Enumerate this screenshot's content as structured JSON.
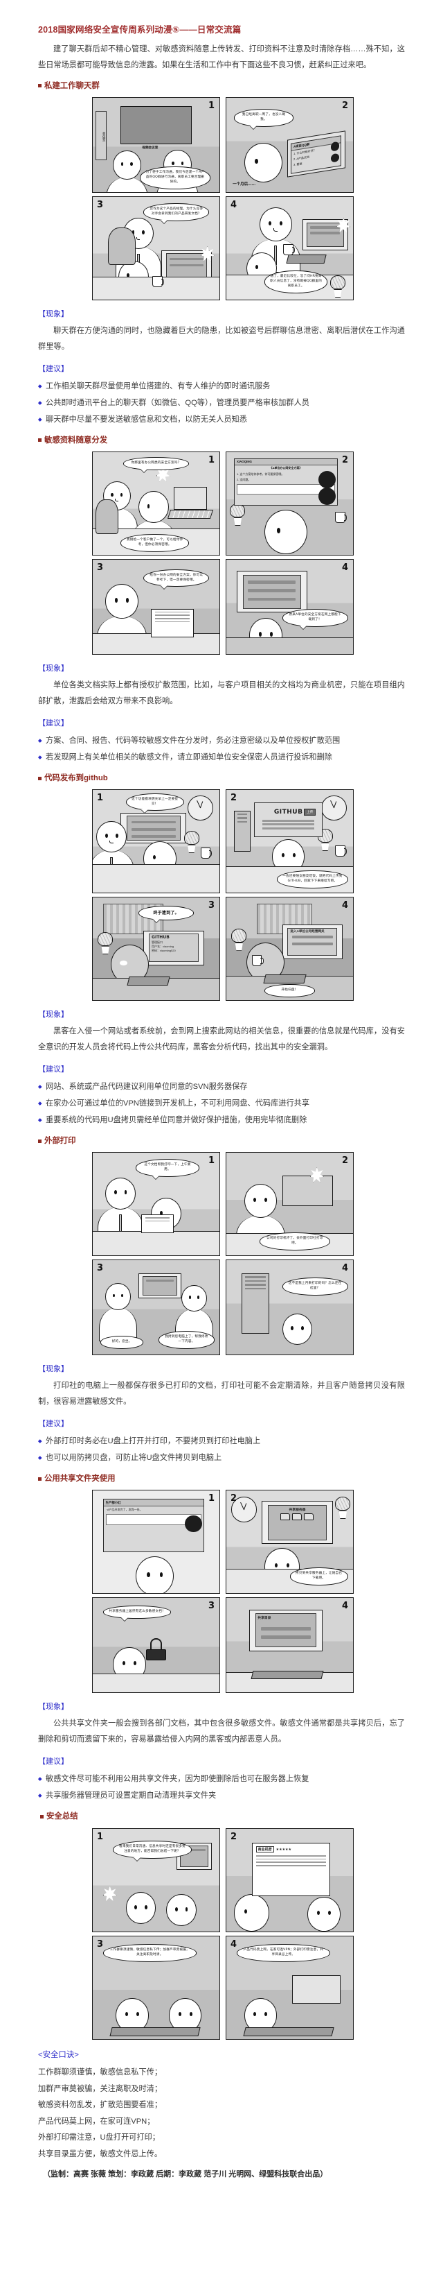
{
  "article": {
    "title": "2018国家网络安全宣传周系列动漫⑤——日常交流篇",
    "lede": "建了聊天群后却不精心管理、对敏感资料随意上传转发、打印资料不注意及时清除存档……殊不知，这些日常场景都可能导致信息的泄露。如果在生活和工作中有下面这些不良习惯，赶紧纠正过来吧。",
    "credit": "（监制：高赛 张薇 策划：李政葳 后期：李政葳 范子川 光明网、绿盟科技联合出品）"
  },
  "labels": {
    "phenomenon": "【现象】",
    "advice": "【建议】",
    "mnemonic": "<安全口诀>"
  },
  "sections": [
    {
      "heading": "私建工作聊天群",
      "panels": [
        {
          "num": "1",
          "room_label": "会议室",
          "screen_caption": "视频会议室",
          "bubble": "为了便于工作沟通，我们今后建一个A产品的QQ群进行沟通，离职员工要合理删除的。"
        },
        {
          "num": "2",
          "bubble": "我已经离职一周了，也没人踢我。",
          "chat_title": "A项目QQ群",
          "chat_lines": [
            "1. 什么时候开评？",
            "2. A产品文档",
            "3. 要做"
          ],
          "narration": "一个月后……"
        },
        {
          "num": "3",
          "bubble": "您作为这个产品的经理，为什么竞争对手会拿到我们的产品研发文档？"
        },
        {
          "num": "4",
          "bubble": "糟了，最近比较忙，忘了问HR要离职人员信息了，没有踢掉QQ群里的离职员工。"
        }
      ],
      "phenomenon": "聊天群在方便沟通的同时，也隐藏着巨大的隐患，比如被盗号后群聊信息泄密、离职后潜伏在工作沟通群里等。",
      "advice": [
        "工作相关聊天群尽量使用单位搭建的、有专人维护的即时通讯服务",
        "公共即时通讯平台上的聊天群（如微信、QQ等），管理员要严格审核加群人员",
        "聊天群中尽量不要发送敏感信息和文档，以防无关人员知悉"
      ]
    },
    {
      "heading": "敏感资料随意分发",
      "panels": [
        {
          "num": "1",
          "bubble_top": "你那里有办公网类的安全方案吗？",
          "bubble_bottom": "我刚给一个客户做了一个，可以给你参考，但你必须保密哦。"
        },
        {
          "num": "2",
          "chat_title": "XIAOQING",
          "chat_doc": "《A单位办公网安全方案》",
          "chat_lines": [
            "1. 这个方案给你参考，你可要保密哦。",
            "2. 没问题。"
          ]
        },
        {
          "num": "3",
          "bubble": "给你一份办公网的安全方案，你可以参考下，但一定要保密哦。"
        },
        {
          "num": "4",
          "bubble": "原来A单位的安全方案在网上都能下载到了！"
        }
      ],
      "phenomenon": "单位各类文档实际上都有授权扩散范围，比如，与客户项目相关的文档均为商业机密，只能在项目组内部扩散，泄露后会给双方带来不良影响。",
      "advice": [
        "方案、合同、报告、代码等较敏感文件在分发时，务必注意密级以及单位授权扩散范围",
        "若发现网上有关单位相关的敏感文件，请立即通知单位安全保密人员进行投诉和删除"
      ]
    },
    {
      "heading": "代码发布到github",
      "panels": [
        {
          "num": "1",
          "bubble": "这个功能模块明天早上一定要提交！"
        },
        {
          "num": "2",
          "screen_text": "GITHUB",
          "button": "上传",
          "bubble": "一会还要陪女朋友吃饭，就把代码上传到GITHUB，回家下下来继续写吧。"
        },
        {
          "num": "3",
          "bubble": "终于逮到了。",
          "screen_text": "GITHUB",
          "screen_lines": [
            "管理接口",
            "用户名：xiaoming",
            "密码：xiaoming520"
          ]
        },
        {
          "num": "4",
          "screen_text": "进入A单位公司经营网关",
          "bubble": "开始扫盘！"
        }
      ],
      "phenomenon": "黑客在入侵一个网站或者系统前，会到网上搜索此网站的相关信息，很重要的信息就是代码库，没有安全意识的开发人员会将代码上传公共代码库，黑客会分析代码，找出其中的安全漏洞。",
      "advice": [
        "网站、系统或产品代码建议利用单位同意的SVN服务器保存",
        "在家办公可通过单位的VPN链接到开发机上，不可利用网盘、代码库进行共享",
        "重要系统的代码用U盘拷贝需经单位同意并做好保护措施，使用完毕彻底删除"
      ]
    },
    {
      "heading": "外部打印",
      "panels": [
        {
          "num": "1",
          "bubble": "这个文档帮我打印一下，上午要用。"
        },
        {
          "num": "2",
          "bubble": "公司的打印机坏了，去外面打印社打印吧。"
        },
        {
          "num": "3",
          "bubble_left": "好的，您坐。",
          "bubble_right": "我拷到您电脑上了，帮我修改一下内容。"
        },
        {
          "num": "4",
          "bubble": "这不是我上月来打印的吗？怎么还在这里？"
        }
      ],
      "phenomenon": "打印社的电脑上一般都保存很多已打印的文档，打印社可能不会定期清除，并且客户随意拷贝没有限制，很容易泄露敏感文件。",
      "advice": [
        "外部打印时务必在U盘上打开并打印，不要拷贝到打印社电脑上",
        "也可以用防拷贝盘，可防止将U盘文件拷贝到电脑上"
      ]
    },
    {
      "heading": "公用共享文件夹使用",
      "panels": [
        {
          "num": "1",
          "chat_title": "生产部小红",
          "chat_lines": [
            "· A产品开发完了，发我一份。"
          ]
        },
        {
          "num": "2",
          "screen_text": "共享服务器",
          "bubble": "拷贝到共享服务器上，让她自己下载吧。"
        },
        {
          "num": "3",
          "bubble": "共享服务器上居然有这么多敏感文档！"
        },
        {
          "num": "4",
          "screen_text": "共享目录"
        }
      ],
      "phenomenon": "公共共享文件夹一般会搜到各部门文档，其中包含很多敏感文件。敏感文件通常都是共享拷贝后，忘了删除和剪切而遗留下来的，容易暴露给侵入内网的黑客或内部恶意人员。",
      "advice": [
        "敏感文件尽可能不利用公用共享文件夹，因为即使删除后也可在服务器上恢复",
        "共享服务器管理员可设置定期自动清理共享文件夹"
      ]
    },
    {
      "heading": "安全总结",
      "panels": [
        {
          "num": "1",
          "bubble": "看来我们日常沟通、信息共享时还是有很多要注意的地方，能否帮我们总结一下呢？"
        },
        {
          "num": "2",
          "doc_title": "商业机密",
          "doc_stars": "★★★★★"
        },
        {
          "num": "3",
          "bubble": "工作群聊须谨慎，敏感信息私下传；加群严审莫被骗，关注离职及时清。"
        },
        {
          "num": "4",
          "bubble": "产品代码莫上网，在家可连VPN；外部打印需注意，共享目录忌上传。"
        }
      ],
      "phenomenon": null,
      "advice": []
    }
  ],
  "mnemonic_lines": [
    "工作群聊须谨慎，敏感信息私下传；",
    "加群严审莫被骗，关注离职及时清；",
    "敏感资料勿乱发，扩散范围要看准；",
    "产品代码莫上网，在家可连VPN；",
    "外部打印需注意，U盘打开可打印；",
    "共享目录虽方便，敏感文件忌上传。"
  ],
  "colors": {
    "title": "#a12f2f",
    "section_heading": "#8e2a21",
    "tag": "#2b2bc9",
    "body": "#3a3a3a"
  }
}
